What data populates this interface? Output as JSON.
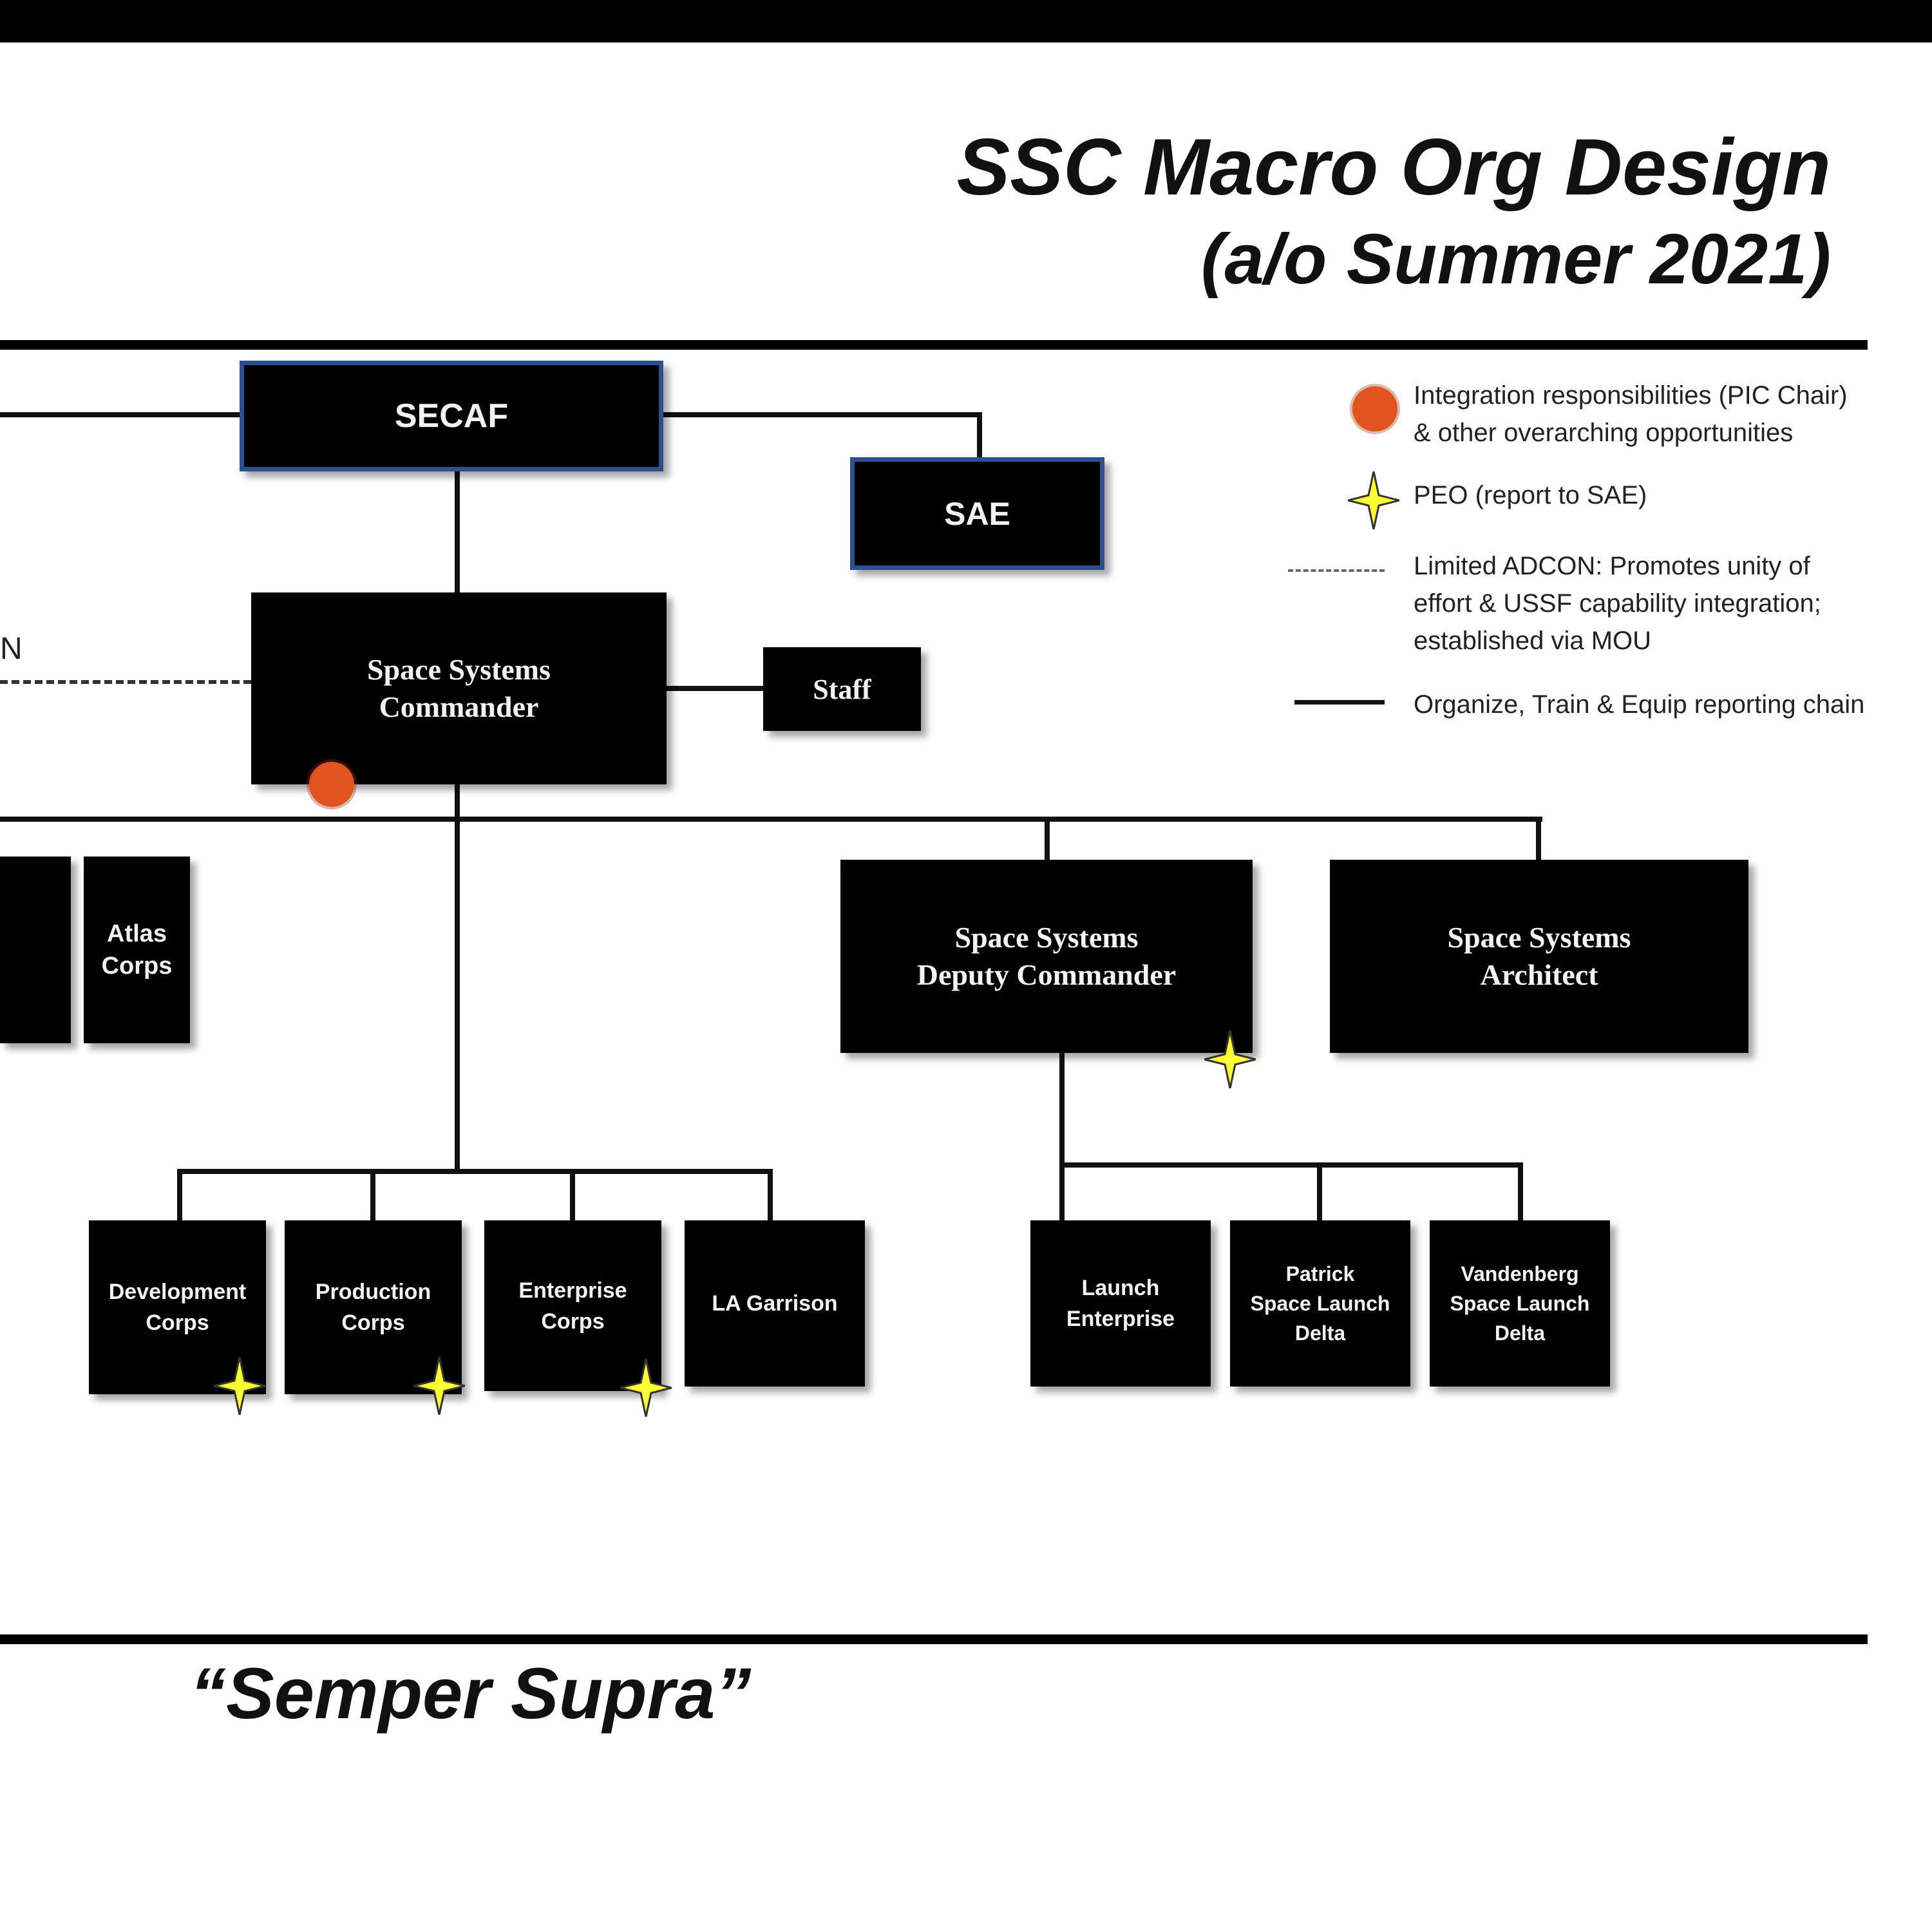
{
  "title": {
    "main": "SSC Macro Org Design",
    "sub": "(a/o Summer 2021)"
  },
  "motto": "“Semper Supra”",
  "edge_label": "N",
  "nodes": {
    "secaf": "SECAF",
    "sae": "SAE",
    "commander": [
      "Space Systems",
      "Commander"
    ],
    "staff": "Staff",
    "atlas": [
      "Atlas",
      "Corps"
    ],
    "deputy": [
      "Space Systems",
      "Deputy Commander"
    ],
    "architect": [
      "Space Systems",
      "Architect"
    ],
    "development": [
      "Development",
      "Corps"
    ],
    "production": [
      "Production",
      "Corps"
    ],
    "enterprise": [
      "Enterprise",
      "Corps"
    ],
    "la_garrison": "LA Garrison",
    "launch": [
      "Launch",
      "Enterprise"
    ],
    "patrick": [
      "Patrick",
      "Space Launch",
      "Delta"
    ],
    "vandenberg": [
      "Vandenberg",
      "Space Launch",
      "Delta"
    ]
  },
  "legend": {
    "integration": [
      "Integration responsibilities (PIC Chair)",
      "& other overarching opportunities"
    ],
    "peo": "PEO (report to SAE)",
    "adcon": [
      "Limited ADCON: Promotes unity of",
      "effort & USSF capability integration;",
      "established via MOU"
    ],
    "reporting": "Organize, Train & Equip reporting chain"
  },
  "colors": {
    "box": "#000000",
    "exec_border": "#2d4f8e",
    "integration_dot": "#e2541f",
    "peo_star": "#ffff33"
  }
}
